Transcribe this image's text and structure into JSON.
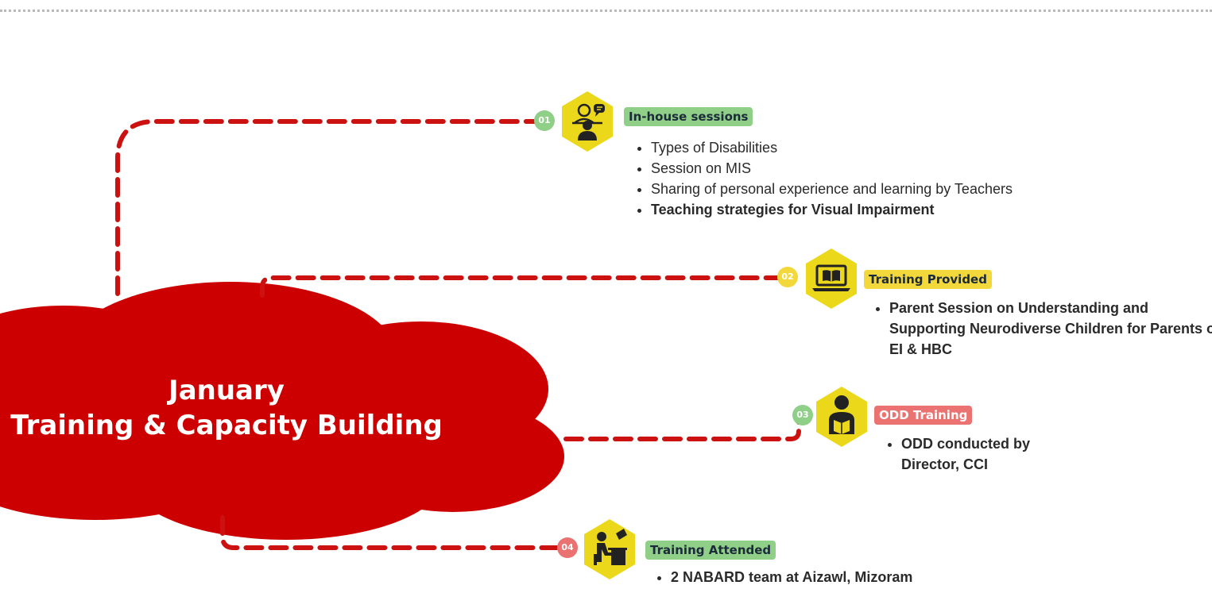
{
  "title": {
    "line1": "January",
    "line2": "Training & Capacity Building"
  },
  "colors": {
    "cloud": "#cc0000",
    "connector": "#cc1111",
    "hexagon": "#ecd81a",
    "green": "#8fcf88",
    "yellow": "#f3d83b",
    "salmon": "#ea7270"
  },
  "items": [
    {
      "number": "01",
      "icon": "teacher-desk-icon",
      "label": "In-house sessions",
      "label_color": "green",
      "badge_color": "green",
      "bullets": [
        "Types of Disabilities",
        "Session on MIS",
        "Sharing of personal experience and learning by Teachers",
        "Teaching strategies for Visual Impairment"
      ]
    },
    {
      "number": "02",
      "icon": "laptop-book-icon",
      "label": "Training Provided",
      "label_color": "yellow",
      "badge_color": "yellow",
      "bullets": [
        "Parent Session on Understanding and Supporting Neurodiverse Children for Parents of EI & HBC"
      ]
    },
    {
      "number": "03",
      "icon": "reader-icon",
      "label": "ODD Training",
      "label_color": "salmon",
      "badge_color": "green",
      "bullets": [
        "ODD conducted by Director, CCI"
      ]
    },
    {
      "number": "04",
      "icon": "person-at-desk-icon",
      "label": "Training Attended",
      "label_color": "green",
      "badge_color": "salmon",
      "bullets": [
        "2 NABARD team at Aizawl, Mizoram"
      ]
    }
  ]
}
